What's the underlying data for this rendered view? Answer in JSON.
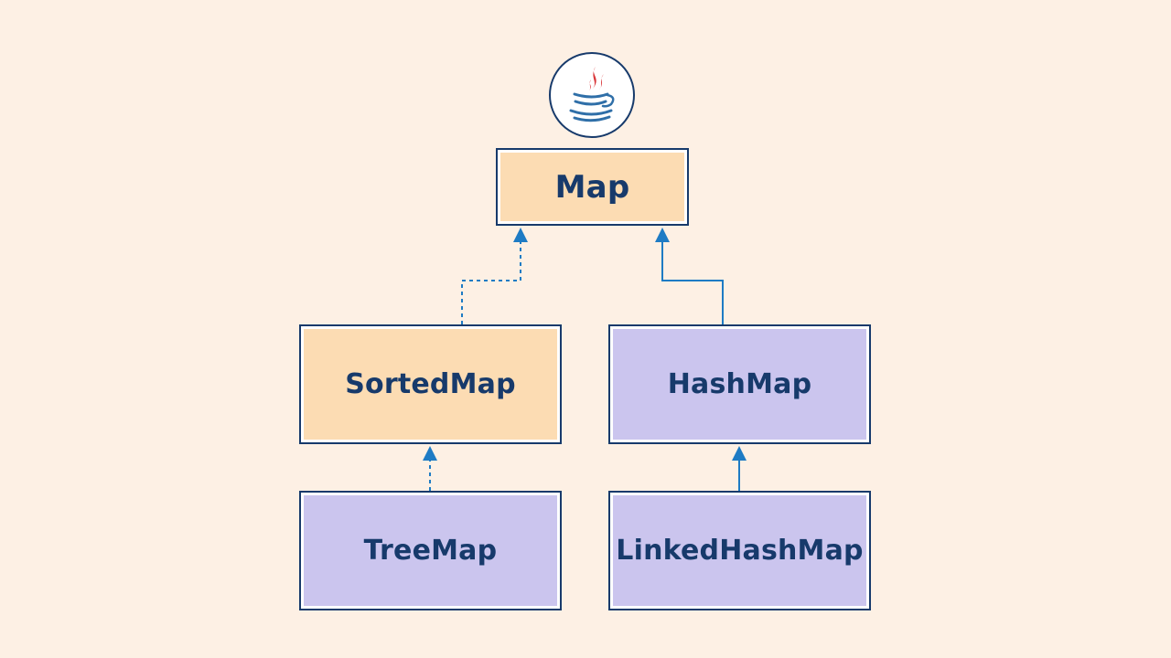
{
  "diagram": {
    "logo_icon": "java-coffee-cup-icon",
    "colors": {
      "background": "#fdf0e4",
      "interface_fill": "#fcdcb3",
      "class_fill": "#cbc5ee",
      "border": "#173a6b",
      "text": "#173a6b",
      "arrow": "#1e7bc4"
    },
    "nodes": {
      "map": "Map",
      "sortedmap": "SortedMap",
      "hashmap": "HashMap",
      "treemap": "TreeMap",
      "linkedhashmap": "LinkedHashMap"
    },
    "edges": [
      {
        "from": "SortedMap",
        "to": "Map",
        "style": "dashed"
      },
      {
        "from": "HashMap",
        "to": "Map",
        "style": "solid"
      },
      {
        "from": "TreeMap",
        "to": "SortedMap",
        "style": "dashed"
      },
      {
        "from": "LinkedHashMap",
        "to": "HashMap",
        "style": "solid"
      }
    ]
  }
}
